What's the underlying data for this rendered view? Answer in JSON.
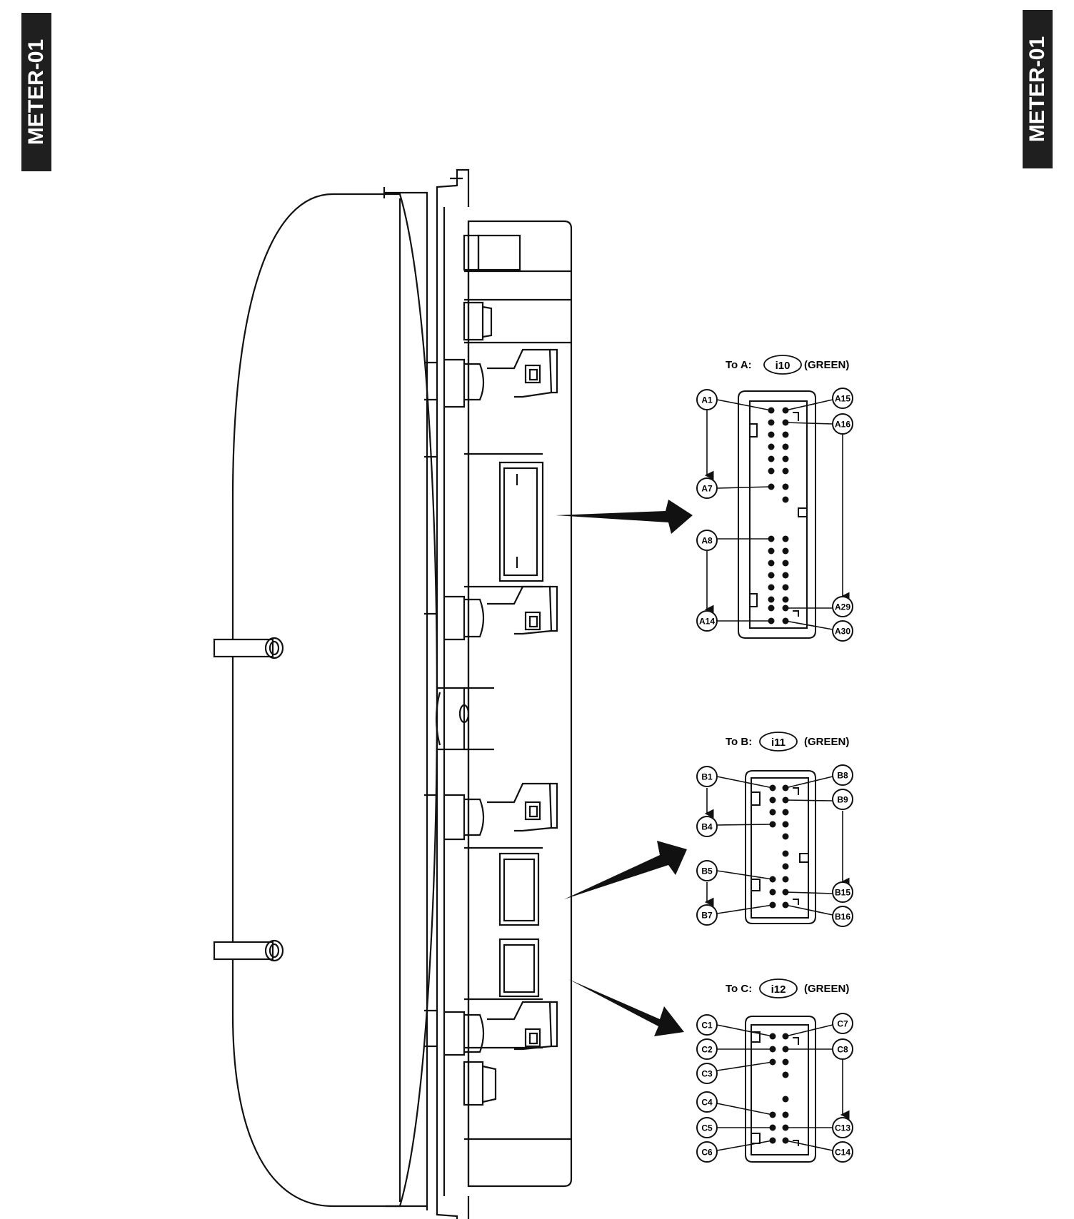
{
  "page_tag_left": "METER-01",
  "page_tag_right": "METER-01",
  "connectors": [
    {
      "prefix": "To A:",
      "id": "i10",
      "color": "(GREEN)",
      "labels": {
        "l1": "A1",
        "l2": "A7",
        "l3": "A8",
        "l4": "A14",
        "r1": "A15",
        "r2": "A16",
        "r3": "A29",
        "r4": "A30"
      }
    },
    {
      "prefix": "To B:",
      "id": "i11",
      "color": "(GREEN)",
      "labels": {
        "l1": "B1",
        "l2": "B4",
        "l3": "B5",
        "l4": "B7",
        "r1": "B8",
        "r2": "B9",
        "r3": "B15",
        "r4": "B16"
      }
    },
    {
      "prefix": "To C:",
      "id": "i12",
      "color": "(GREEN)",
      "labels": {
        "l1": "C1",
        "l2": "C2",
        "l3": "C3",
        "l4": "C4",
        "l5": "C5",
        "l6": "C6",
        "r1": "C7",
        "r2": "C8",
        "r3": "C13",
        "r4": "C14"
      }
    }
  ]
}
